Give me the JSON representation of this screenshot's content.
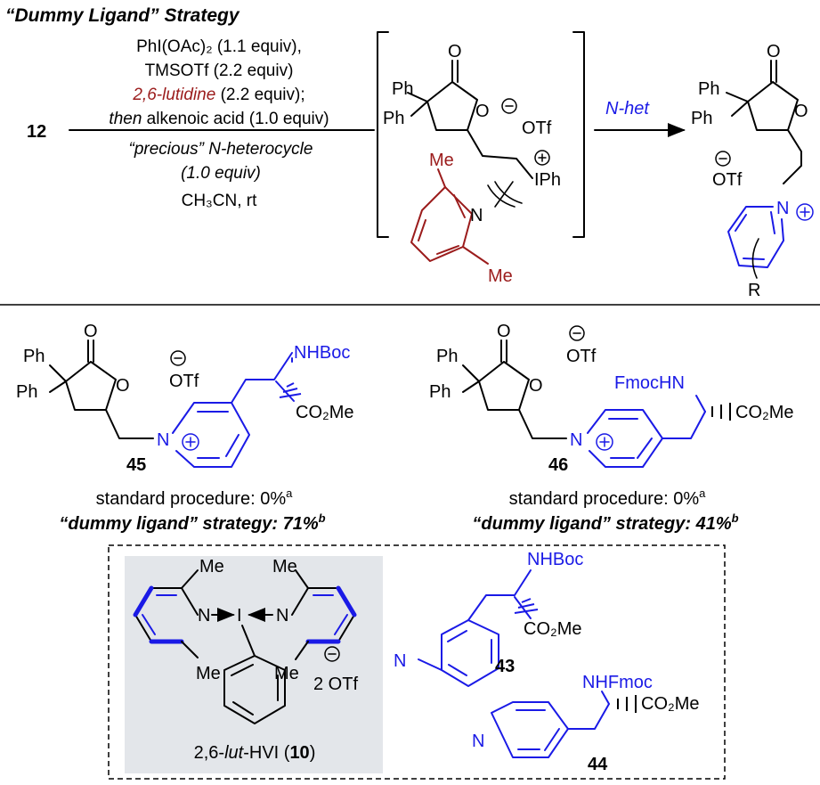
{
  "title": "“Dummy Ligand” Strategy",
  "reaction": {
    "start_label": "12",
    "conditions": {
      "line1": "PhI(OAc)₂ (1.1 equiv),",
      "line2": "TMSOTf (2.2 equiv)",
      "line3_red": "2,6-lutidine",
      "line3_rest": " (2.2 equiv);",
      "line4_italic": "then",
      "line4_rest": " alkenoic acid (1.0 equiv)",
      "line5_blue": "“precious” N-heterocycle",
      "line6_blue": "(1.0 equiv)",
      "line7": "CH₃CN, rt"
    },
    "arrow2_label": "N-het",
    "intermediate": {
      "Ph": "Ph",
      "O": "O",
      "OTf": "OTf",
      "IPh": "IPh",
      "Me": "Me",
      "N": "N"
    },
    "product": {
      "N": "N",
      "R": "R",
      "OTf": "OTf"
    }
  },
  "compounds": {
    "c45": {
      "label": "45",
      "NHBoc": "NHBoc",
      "CO2Me": "CO₂Me",
      "standard": "standard procedure: 0%",
      "standard_sup": "a",
      "dummy": "“dummy ligand” strategy: 71%",
      "dummy_sup": "b"
    },
    "c46": {
      "label": "46",
      "FmocHN": "FmocHN",
      "CO2Me": "CO₂Me",
      "standard": "standard procedure: 0%",
      "standard_sup": "a",
      "dummy": "“dummy ligand” strategy: 41%",
      "dummy_sup": "b"
    }
  },
  "box": {
    "reagent_name_pre": "2,6-",
    "reagent_name_italic": "lut",
    "reagent_name_post": "-HVI (",
    "reagent_label": "10",
    "reagent_name_close": ")",
    "counterion": "2 OTf",
    "I": "I",
    "c43": {
      "label": "43",
      "NHBoc": "NHBoc",
      "CO2Me": "CO₂Me"
    },
    "c44": {
      "label": "44",
      "NHFmoc": "NHFmoc",
      "CO2Me": "CO₂Me"
    }
  },
  "colors": {
    "blue": "#1a1ae6",
    "red": "#9b1c1c",
    "box_gray": "#e3e6ea"
  }
}
